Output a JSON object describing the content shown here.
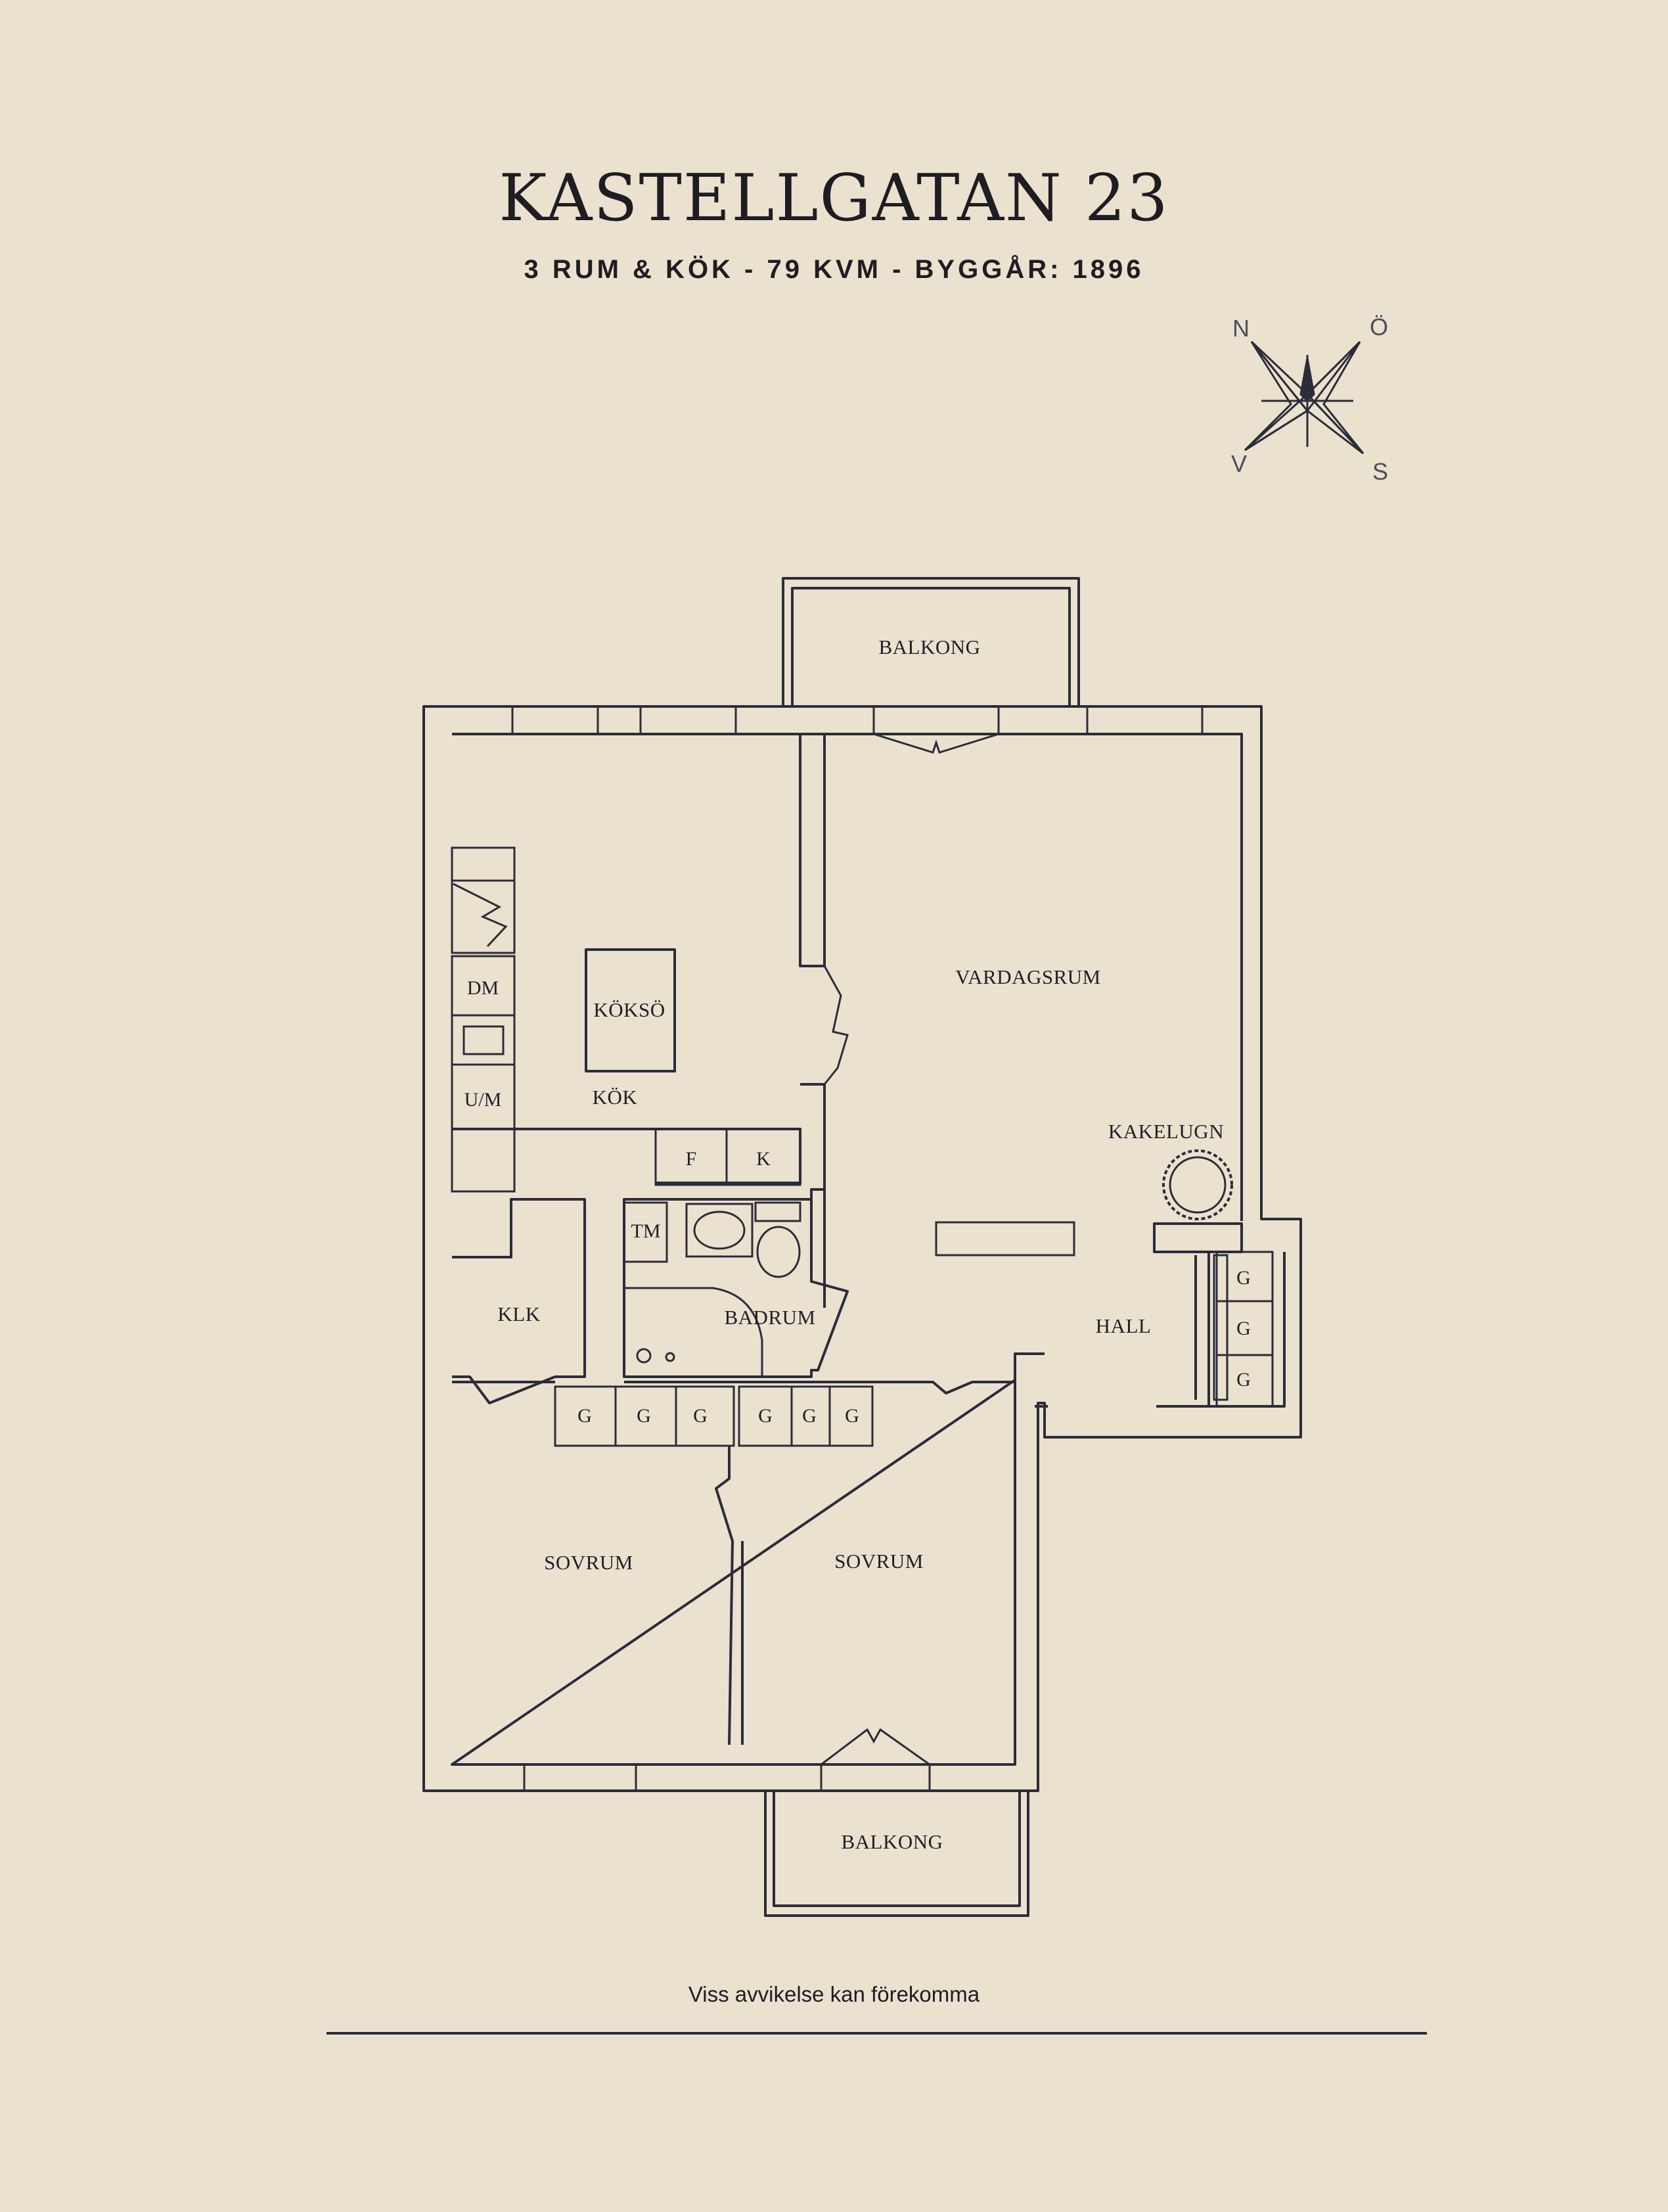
{
  "header": {
    "title": "KASTELLGATAN 23",
    "subtitle": "3 RUM & KÖK  -  79 KVM  -  BYGGÅR: 1896"
  },
  "compass": {
    "north": "N",
    "east": "Ö",
    "west": "V",
    "south": "S"
  },
  "rooms": {
    "balcony_top": "BALKONG",
    "living_room": "VARDAGSRUM",
    "tiled_stove": "KAKELUGN",
    "kitchen": "KÖK",
    "kitchen_island": "KÖKSÖ",
    "dishwasher": "DM",
    "oven_microwave": "U/M",
    "fridge": "F",
    "freezer": "K",
    "washing_machine": "TM",
    "bathroom": "BADRUM",
    "walk_in_closet": "KLK",
    "hall": "HALL",
    "bedroom_left": "SOVRUM",
    "bedroom_right": "SOVRUM",
    "balcony_bottom": "BALKONG"
  },
  "wardrobes": {
    "hall": [
      "G",
      "G",
      "G"
    ],
    "bedroom_left": [
      "G",
      "G",
      "G"
    ],
    "bedroom_right": [
      "G",
      "G",
      "G"
    ]
  },
  "footer": {
    "disclaimer": "Viss avvikelse kan förekomma"
  }
}
